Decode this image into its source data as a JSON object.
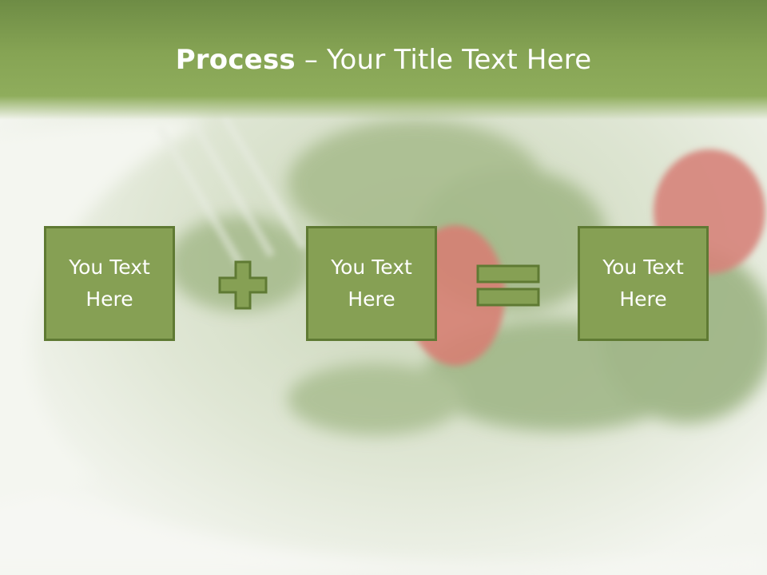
{
  "title": {
    "bold": "Process",
    "rest": " – Your Title Text Here"
  },
  "boxes": [
    {
      "text": "You Text Here"
    },
    {
      "text": "You Text Here"
    },
    {
      "text": "You Text Here"
    }
  ],
  "operators": {
    "plus": "plus-sign",
    "equals": "equals-sign"
  },
  "colors": {
    "header": "#86a454",
    "box_fill": "#86a054",
    "box_border": "#5f7a33",
    "text": "#ffffff"
  }
}
